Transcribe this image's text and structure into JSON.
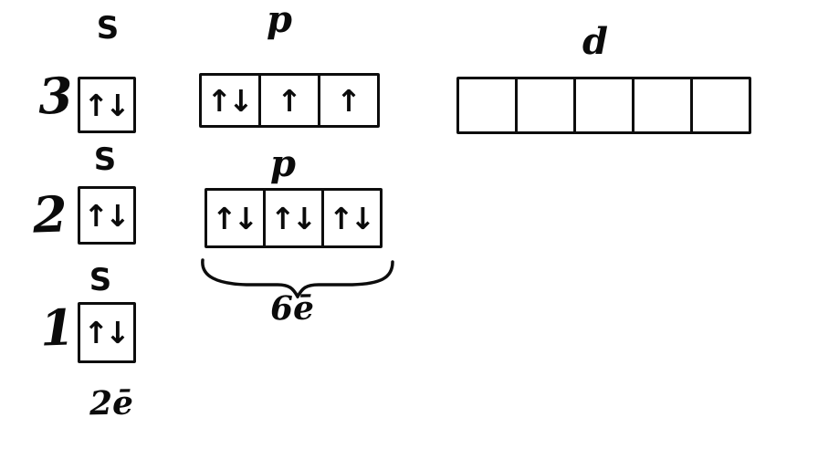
{
  "rows": [
    {
      "level": "3",
      "s": {
        "label": "S",
        "boxes": [
          "↑↓"
        ]
      },
      "p": {
        "label": "p",
        "boxes": [
          "↑↓",
          "↑",
          "↑"
        ]
      },
      "d": {
        "label": "d",
        "boxes": [
          "",
          "",
          "",
          "",
          ""
        ]
      }
    },
    {
      "level": "2",
      "s": {
        "label": "S",
        "boxes": [
          "↑↓"
        ]
      },
      "p": {
        "label": "p",
        "boxes": [
          "↑↓",
          "↑↓",
          "↑↓"
        ],
        "brace_label": "6ē"
      }
    },
    {
      "level": "1",
      "s": {
        "label": "S",
        "boxes": [
          "↑↓"
        ],
        "electron_label": "2ē"
      }
    }
  ]
}
